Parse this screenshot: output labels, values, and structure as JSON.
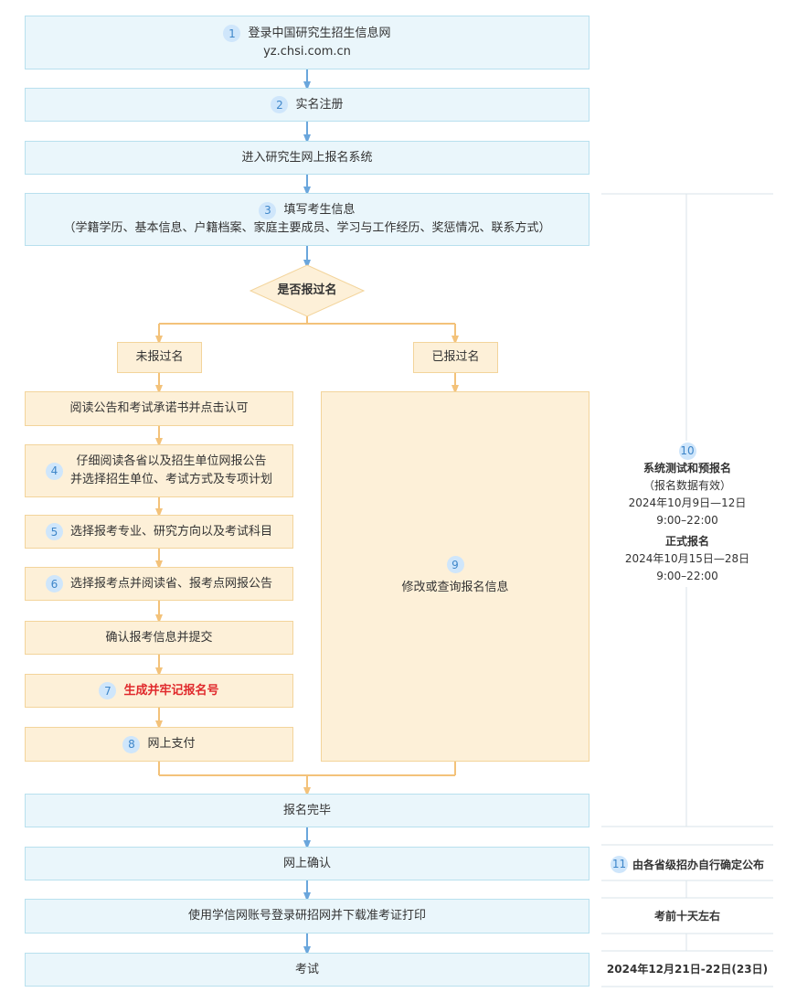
{
  "steps": {
    "login": {
      "num": "1",
      "title": "登录中国研究生招生信息网",
      "url": "yz.chsi.com.cn"
    },
    "register": {
      "num": "2",
      "label": "实名注册"
    },
    "enter_system": {
      "label": "进入研究生网上报名系统"
    },
    "fill_info": {
      "num": "3",
      "title": "填写考生信息",
      "detail": "（学籍学历、基本信息、户籍档案、家庭主要成员、学习与工作经历、奖惩情况、联系方式）"
    },
    "decision": {
      "label": "是否报过名"
    },
    "not_registered": {
      "label": "未报过名"
    },
    "registered": {
      "label": "已报过名"
    },
    "read_notice": {
      "label": "阅读公告和考试承诺书并点击认可"
    },
    "select_unit": {
      "num": "4",
      "line1": "仔细阅读各省以及招生单位网报公告",
      "line2": "并选择招生单位、考试方式及专项计划"
    },
    "select_major": {
      "num": "5",
      "label": "选择报考专业、研究方向以及考试科目"
    },
    "select_site": {
      "num": "6",
      "label": "选择报考点并阅读省、报考点网报公告"
    },
    "confirm_submit": {
      "label": "确认报考信息并提交"
    },
    "gen_number": {
      "num": "7",
      "label": "生成并牢记报名号"
    },
    "pay": {
      "num": "8",
      "label": "网上支付"
    },
    "modify": {
      "num": "9",
      "label": "修改或查询报名信息"
    },
    "done": {
      "label": "报名完毕"
    },
    "online_confirm": {
      "label": "网上确认"
    },
    "print_ticket": {
      "label": "使用学信网账号登录研招网并下载准考证打印"
    },
    "exam": {
      "label": "考试"
    }
  },
  "timeline": {
    "num10": "10",
    "test_title": "系统测试和预报名",
    "test_note": "（报名数据有效）",
    "test_dates": "2024年10月9日—12日",
    "test_hours": "9:00–22:00",
    "formal_title": "正式报名",
    "formal_dates": "2024年10月15日—28日",
    "formal_hours": "9:00–22:00",
    "num11": "11",
    "confirm_note": "由各省级招办自行确定公布",
    "print_note": "考前十天左右",
    "exam_date": "2024年12月21日-22日(23日)"
  },
  "colors": {
    "blue_fill": "#eaf6fb",
    "orange_fill": "#fdf0d8",
    "blue_arrow": "#6aa6dc",
    "orange_arrow": "#f3c27a",
    "highlight": "#e0292c"
  }
}
